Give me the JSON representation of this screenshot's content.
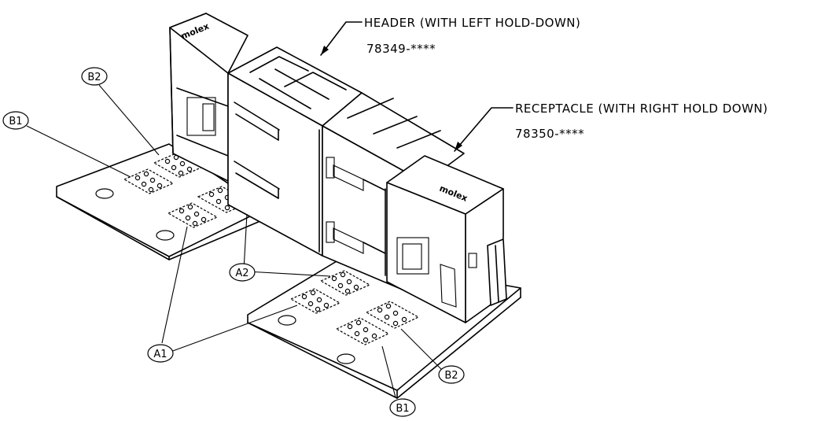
{
  "callouts": {
    "header": {
      "title": "HEADER (WITH LEFT HOLD-DOWN)",
      "part": "78349-****"
    },
    "receptacle": {
      "title": "RECEPTACLE (WITH RIGHT HOLD DOWN)",
      "part": "78350-****"
    }
  },
  "brand": "molex",
  "bubbles": {
    "b1_top": "B1",
    "b2_top": "B2",
    "a2": "A2",
    "a1": "A1",
    "b2_bottom": "B2",
    "b1_bottom": "B1"
  }
}
